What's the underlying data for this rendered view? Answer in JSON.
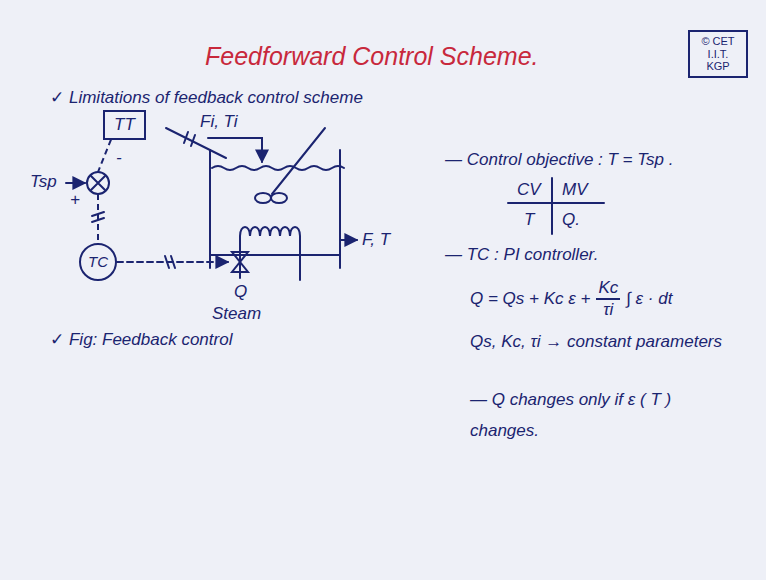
{
  "diagram": {
    "title": "Feedforward Control Scheme.",
    "nodes": [
      {
        "text": [
          "© CET I.I.T. KGP"
        ]
      },
      {
        "text": [
          "TT"
        ]
      },
      {
        "text": [
          "TC"
        ]
      }
    ],
    "edges": [
      {
        "from": 1,
        "to": 2,
        "arrow": "none"
      }
    ],
    "labels": [
      "✓ Limitations of feedback control scheme",
      "Fi, Ti",
      "Tsp",
      "+",
      "-",
      "F, T",
      "Q",
      "Steam",
      "✓ Fig: Feedback control",
      "— Control objective : T = Tsp .",
      "CV",
      "MV",
      "T",
      "Q.",
      "— TC : PI controller.",
      "Q = Qs + Kc ε +",
      "Kc",
      "τi",
      "∫ ε · dt",
      "Qs, Kc, τi → constant parameters",
      "— Q changes only if ε ( T ) changes."
    ]
  }
}
